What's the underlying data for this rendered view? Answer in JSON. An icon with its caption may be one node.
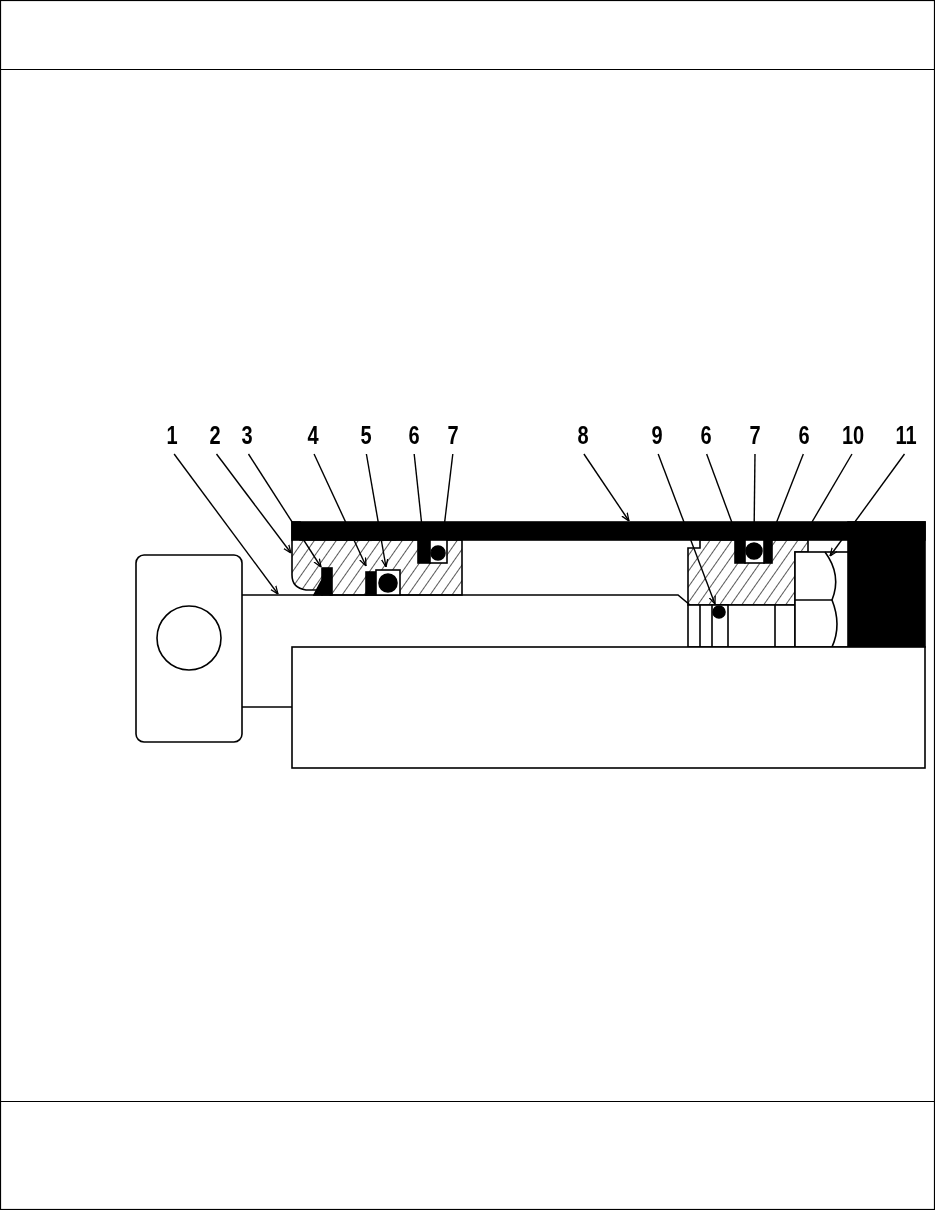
{
  "diagram": {
    "nodes": [
      {
        "text": [
          "1"
        ]
      },
      {
        "text": [
          "2"
        ]
      },
      {
        "text": [
          "3"
        ]
      },
      {
        "text": [
          "4"
        ]
      },
      {
        "text": [
          "5"
        ]
      },
      {
        "text": [
          "6"
        ]
      },
      {
        "text": [
          "7"
        ]
      },
      {
        "text": [
          "8"
        ]
      },
      {
        "text": [
          "9"
        ]
      },
      {
        "text": [
          "6"
        ]
      },
      {
        "text": [
          "7"
        ]
      },
      {
        "text": [
          "6"
        ]
      },
      {
        "text": [
          "10"
        ]
      },
      {
        "text": [
          "11"
        ]
      }
    ],
    "edges": [
      {
        "from": 0,
        "to": null,
        "arrow": "to"
      },
      {
        "from": 1,
        "to": null,
        "arrow": "to"
      },
      {
        "from": 2,
        "to": null,
        "arrow": "to"
      },
      {
        "from": 3,
        "to": null,
        "arrow": "to"
      },
      {
        "from": 4,
        "to": null,
        "arrow": "to"
      },
      {
        "from": 5,
        "to": null,
        "arrow": "to"
      },
      {
        "from": 6,
        "to": null,
        "arrow": "to"
      },
      {
        "from": 7,
        "to": null,
        "arrow": "to"
      },
      {
        "from": 8,
        "to": null,
        "arrow": "to"
      },
      {
        "from": 9,
        "to": null,
        "arrow": "to"
      },
      {
        "from": 10,
        "to": null,
        "arrow": "to"
      },
      {
        "from": 11,
        "to": null,
        "arrow": "to"
      },
      {
        "from": 12,
        "to": null,
        "arrow": "to"
      },
      {
        "from": 13,
        "to": null,
        "arrow": "to"
      }
    ]
  }
}
